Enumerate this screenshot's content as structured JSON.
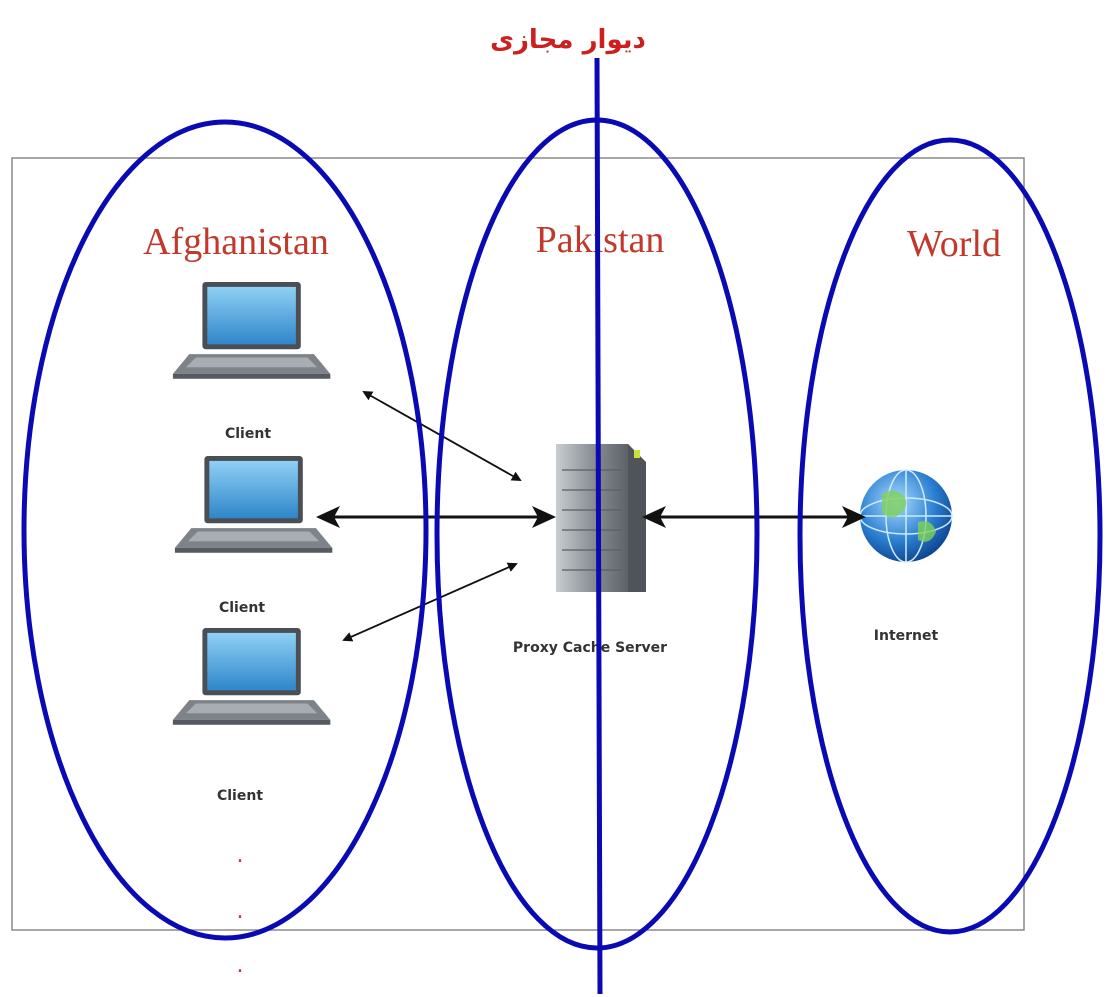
{
  "wall_label": "دیوار مجازی",
  "regions": {
    "afghanistan": "Afghanistan",
    "pakistan": "Pakistan",
    "world": "World"
  },
  "nodes": {
    "client_1": "Client",
    "client_2": "Client",
    "client_3": "Client",
    "proxy": "Proxy Cache Server",
    "internet": "Internet"
  },
  "ellipsis": ".",
  "colors": {
    "ellipse_stroke": "#0a0ab4",
    "region_text": "#c0392b",
    "wall_text": "#cc1f1f",
    "arrow": "#111111"
  }
}
